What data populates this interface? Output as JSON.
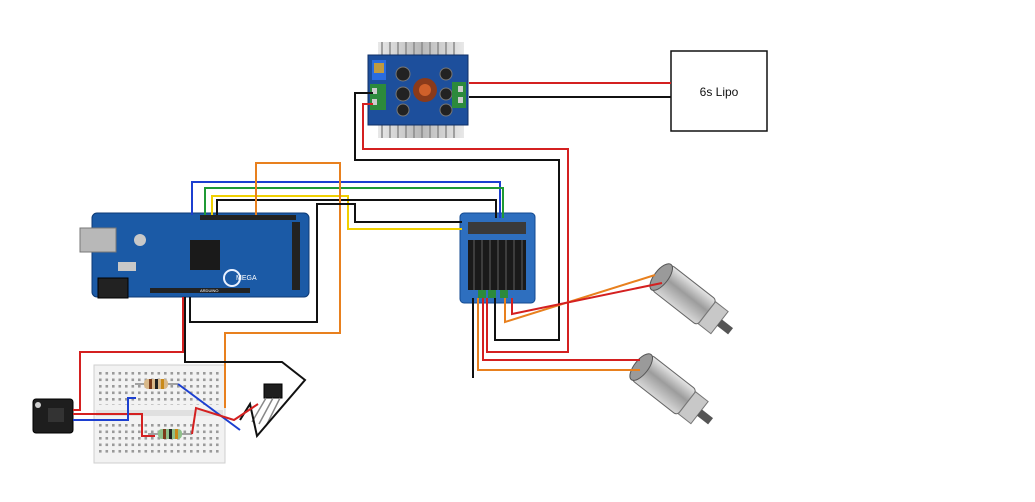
{
  "battery": {
    "label": "6s Lipo"
  },
  "arduino": {
    "brand": "ARDUINO",
    "model": "MEGA"
  },
  "colors": {
    "red_wire": "#d42020",
    "black_wire": "#111111",
    "orange_wire": "#e8801e",
    "blue_wire": "#1c3fd0",
    "green_wire": "#1f9a35",
    "yellow_wire": "#f0d000",
    "board_blue": "#1b5aa6",
    "pcb_blue": "#2e6fbf",
    "heatsink": "#cfcfcf",
    "motor_body": "#bdbdbd"
  },
  "components": [
    "buck-converter-module",
    "lipo-battery",
    "arduino-mega-board",
    "motor-driver-board",
    "dc-gear-motor-top",
    "dc-gear-motor-bottom",
    "breadboard",
    "receiver-module",
    "ir-receiver-sensor",
    "resistor-top",
    "resistor-bottom"
  ]
}
